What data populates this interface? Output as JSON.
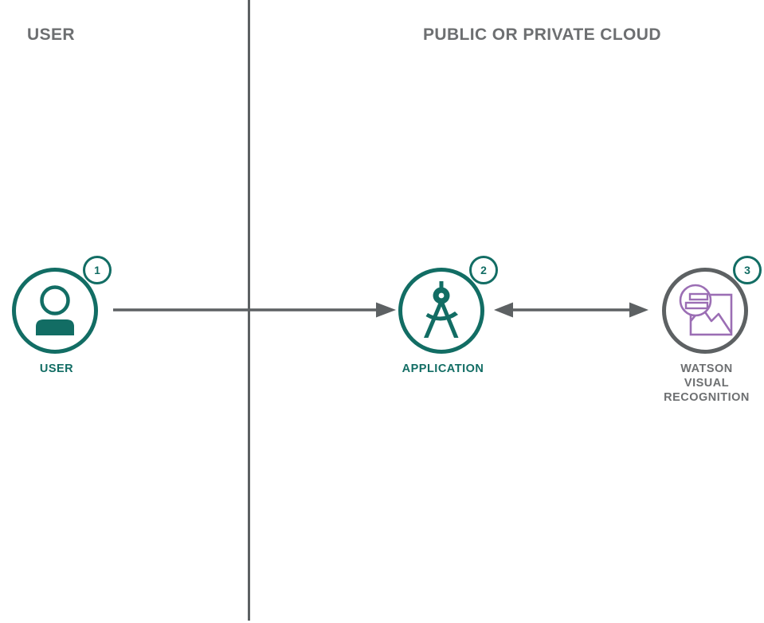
{
  "diagram": {
    "zones": [
      {
        "id": "user",
        "title": "USER"
      },
      {
        "id": "cloud",
        "title": "PUBLIC OR PRIVATE CLOUD"
      }
    ],
    "nodes": [
      {
        "id": "user",
        "badge": "1",
        "label": "USER",
        "icon": "user-person-icon",
        "accent": "#126d64"
      },
      {
        "id": "application",
        "badge": "2",
        "label": "APPLICATION",
        "icon": "drafting-compass-icon",
        "accent": "#126d64"
      },
      {
        "id": "watson",
        "badge": "3",
        "label": "WATSON\nVISUAL\nRECOGNITION",
        "icon": "visual-recognition-image-icon",
        "accent": "#5d6163",
        "glyph_color": "#9b6eb4"
      }
    ],
    "connectors": [
      {
        "id": "user-to-application",
        "from": "user",
        "to": "application",
        "direction": "one-way"
      },
      {
        "id": "application-watson",
        "from": "application",
        "to": "watson",
        "direction": "two-way"
      }
    ],
    "colors": {
      "teal": "#126d64",
      "gray": "#5d6163",
      "gray_text": "#6d6f71",
      "purple": "#9b6eb4",
      "background": "#ffffff"
    }
  }
}
